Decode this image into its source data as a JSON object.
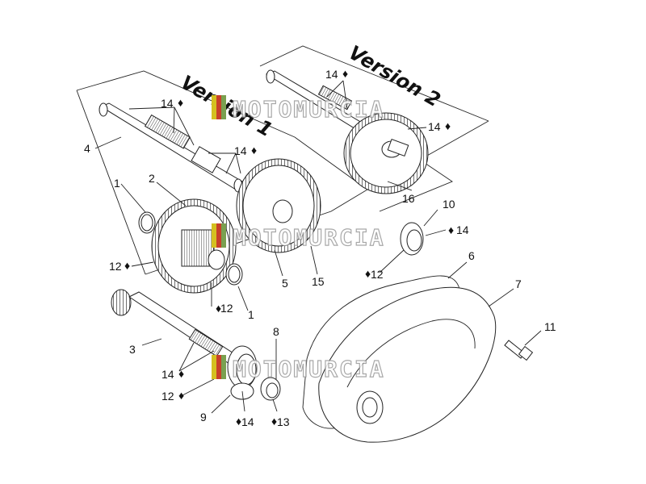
{
  "diagram": {
    "versions": [
      {
        "id": "v1",
        "text": "Version 1"
      },
      {
        "id": "v2",
        "text": "Version 2"
      }
    ],
    "watermark": "MOTOMURCIA",
    "drop_symbol": "♦",
    "callouts": [
      {
        "id": "c1a",
        "text": "1"
      },
      {
        "id": "c1b",
        "text": "1"
      },
      {
        "id": "c2",
        "text": "2"
      },
      {
        "id": "c3",
        "text": "3"
      },
      {
        "id": "c4",
        "text": "4"
      },
      {
        "id": "c5",
        "text": "5"
      },
      {
        "id": "c6",
        "text": "6"
      },
      {
        "id": "c7",
        "text": "7"
      },
      {
        "id": "c8",
        "text": "8"
      },
      {
        "id": "c9",
        "text": "9"
      },
      {
        "id": "c10",
        "text": "10"
      },
      {
        "id": "c11",
        "text": "11"
      },
      {
        "id": "c12a",
        "text": "12"
      },
      {
        "id": "c12b",
        "text": "12"
      },
      {
        "id": "c12c",
        "text": "12"
      },
      {
        "id": "c12d",
        "text": "12"
      },
      {
        "id": "c13",
        "text": "13"
      },
      {
        "id": "c14a",
        "text": "14"
      },
      {
        "id": "c14b",
        "text": "14"
      },
      {
        "id": "c14c",
        "text": "14"
      },
      {
        "id": "c14d",
        "text": "14"
      },
      {
        "id": "c14e",
        "text": "14"
      },
      {
        "id": "c14f",
        "text": "14"
      },
      {
        "id": "c14g",
        "text": "14"
      },
      {
        "id": "c15",
        "text": "15"
      },
      {
        "id": "c16",
        "text": "16"
      }
    ]
  }
}
